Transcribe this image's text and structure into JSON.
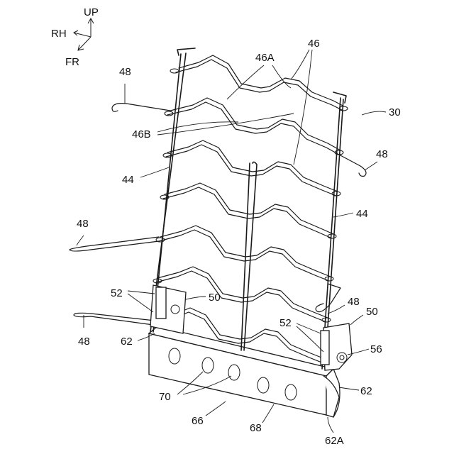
{
  "axes": {
    "up": "UP",
    "right": "RH",
    "front": "FR"
  },
  "labels": {
    "ref_30": "30",
    "ref_44_left": "44",
    "ref_44_right": "44",
    "ref_46": "46",
    "ref_46A": "46A",
    "ref_46B": "46B",
    "ref_48_top_left": "48",
    "ref_48_right_top": "48",
    "ref_48_mid_left": "48",
    "ref_48_bottom_left": "48",
    "ref_48_right_bottom": "48",
    "ref_50_left": "50",
    "ref_50_right": "50",
    "ref_52_left": "52",
    "ref_52_right": "52",
    "ref_56": "56",
    "ref_62_left": "62",
    "ref_62_right": "62",
    "ref_62A": "62A",
    "ref_66": "66",
    "ref_68": "68",
    "ref_70": "70"
  }
}
